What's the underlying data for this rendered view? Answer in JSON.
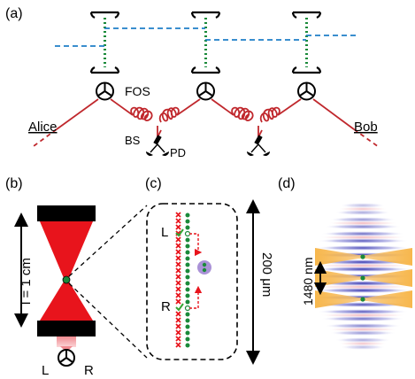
{
  "panels": {
    "a": "(a)",
    "b": "(b)",
    "c": "(c)",
    "d": "(d)"
  },
  "labels_a": {
    "fos": "FOS",
    "alice": "Alice",
    "bob": "Bob",
    "bs": "BS",
    "pd": "PD"
  },
  "labels_b": {
    "length": "l = 1 cm",
    "left": "L",
    "right": "R"
  },
  "labels_c": {
    "left": "L",
    "right": "R",
    "scale": "200 μm"
  },
  "labels_d": {
    "spacing": "1480 nm"
  },
  "colors": {
    "fiber": "#c0282d",
    "dashed_link": "#1f7fc8",
    "atoms": "#1a8a3a",
    "cavity_mode": "#e8141c",
    "cross": "#e8141c",
    "check": "#33a532",
    "trap_beam": "#f5a623",
    "standing_wave_blue": "#3a3ab8",
    "standing_wave_red": "#e05a6a",
    "atom_marker": "#9b7fd0"
  }
}
